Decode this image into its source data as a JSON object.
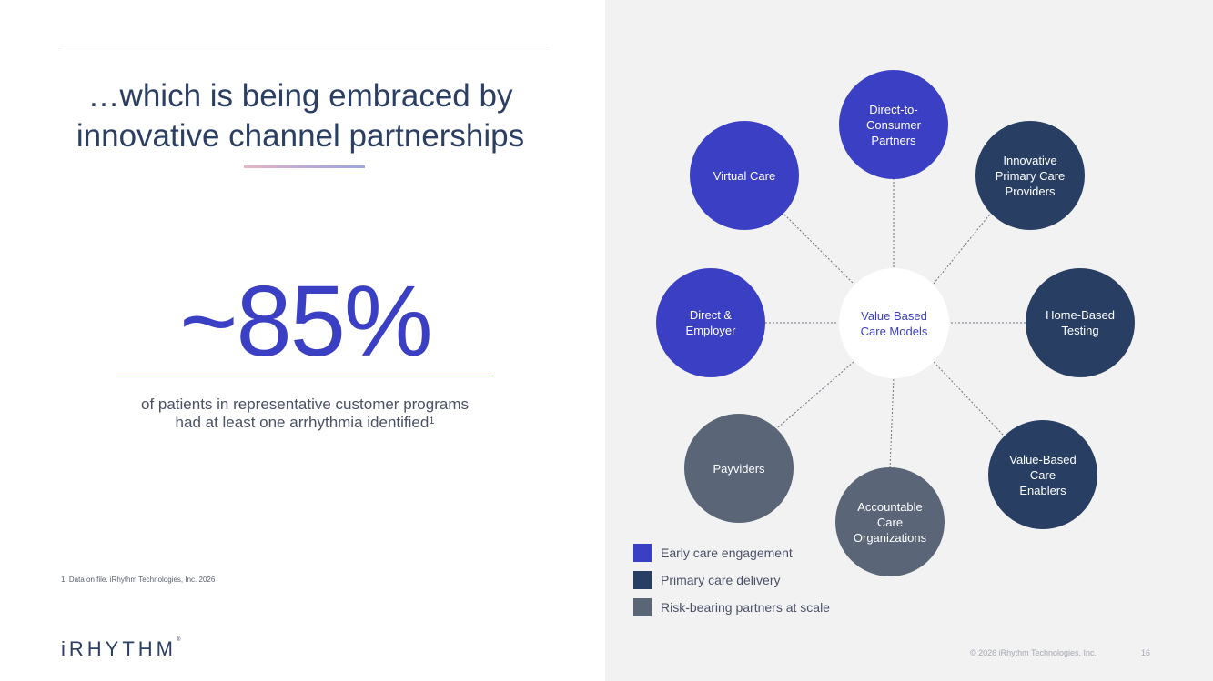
{
  "colors": {
    "early": "#3b3fc4",
    "primary": "#283f63",
    "risk": "#5a6577",
    "center_text": "#3b3fc4",
    "headline": "#2b3e63"
  },
  "headline": {
    "line1": "…which is being embraced by",
    "line2": "innovative channel partnerships"
  },
  "stat": {
    "value": "~85%",
    "desc_line1": "of patients in representative customer programs",
    "desc_line2": "had at least one arrhythmia identified",
    "desc_sup": "1"
  },
  "footnote": "1.  Data on file. iRhythm Technologies, Inc. 2026",
  "logo": {
    "text": "iRHYTHM",
    "mark": "®"
  },
  "footer": {
    "copyright": "© 2026 iRhythm Technologies, Inc.",
    "page": "16"
  },
  "diagram": {
    "center": {
      "lines": [
        "Value Based",
        "Care Models"
      ]
    },
    "nodes": [
      {
        "id": "dtc",
        "category": "early",
        "lines": [
          "Direct-to-",
          "Consumer",
          "Partners"
        ]
      },
      {
        "id": "ipcp",
        "category": "primary",
        "lines": [
          "Innovative",
          "Primary Care",
          "Providers"
        ]
      },
      {
        "id": "hbt",
        "category": "primary",
        "lines": [
          "Home-Based",
          "Testing"
        ]
      },
      {
        "id": "vbce",
        "category": "primary",
        "lines": [
          "Value-Based",
          "Care",
          "Enablers"
        ]
      },
      {
        "id": "aco",
        "category": "risk",
        "lines": [
          "Accountable",
          "Care",
          "Organizations"
        ]
      },
      {
        "id": "payviders",
        "category": "risk",
        "lines": [
          "Payviders"
        ]
      },
      {
        "id": "de",
        "category": "early",
        "lines": [
          "Direct &",
          "Employer"
        ]
      },
      {
        "id": "vc",
        "category": "early",
        "lines": [
          "Virtual Care"
        ]
      }
    ]
  },
  "legend": [
    {
      "category": "early",
      "label": "Early care engagement"
    },
    {
      "category": "primary",
      "label": "Primary care delivery"
    },
    {
      "category": "risk",
      "label": "Risk-bearing partners at scale"
    }
  ]
}
